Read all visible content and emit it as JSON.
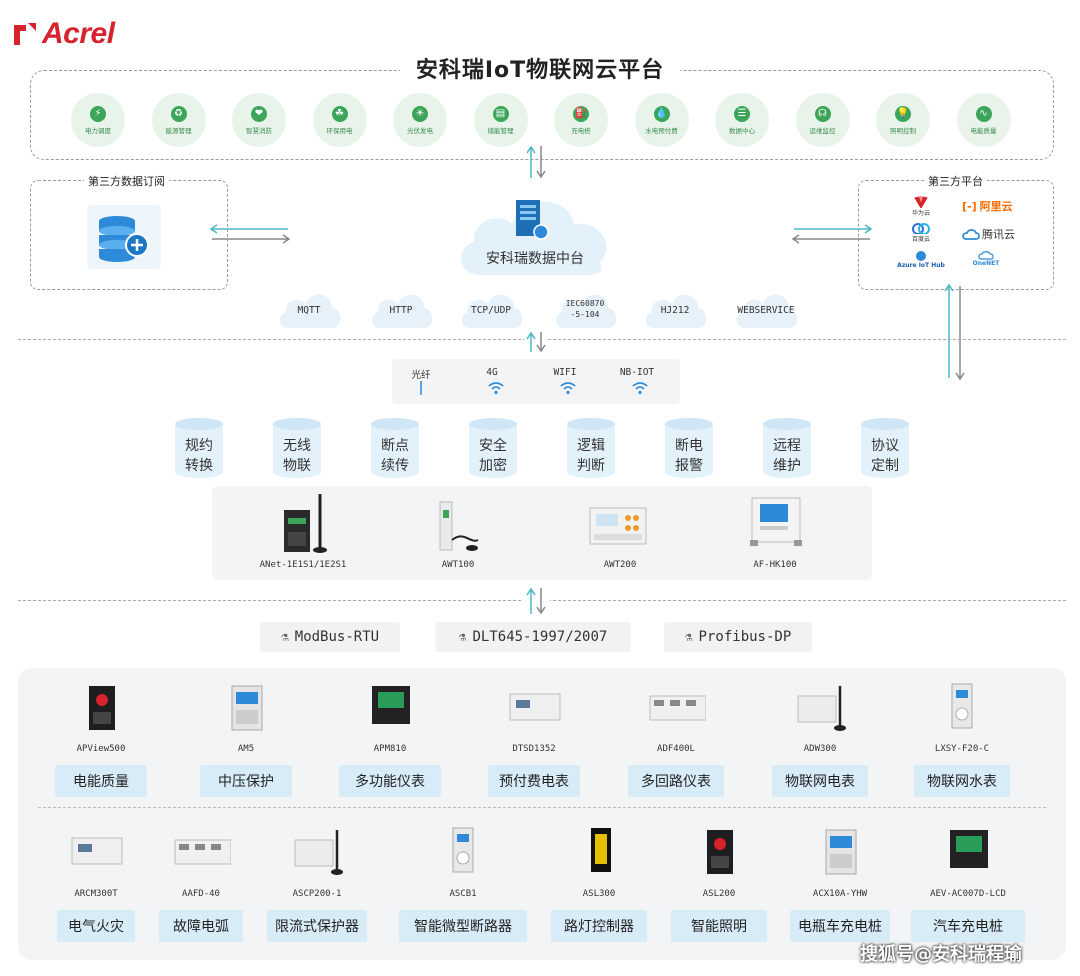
{
  "brand": {
    "logo_text": "Acrel"
  },
  "platform": {
    "title": "安科瑞IoT物联网云平台",
    "modules": [
      "电力调度",
      "能源管理",
      "智慧消防",
      "环保用电",
      "光伏发电",
      "储能管理",
      "充电桩",
      "水电预付费",
      "数据中心",
      "运维监控",
      "照明控制",
      "电能质量"
    ]
  },
  "data_subscription": {
    "title": "第三方数据订阅"
  },
  "data_center": {
    "label": "安科瑞数据中台"
  },
  "third_party": {
    "title": "第三方平台",
    "providers": [
      "华为云",
      "阿里云",
      "百度云",
      "腾讯云",
      "Azure IoT Hub",
      "OneNET"
    ]
  },
  "protocols": [
    "MQTT",
    "HTTP",
    "TCP/UDP",
    "IEC60870-5-104",
    "HJ212",
    "WEBSERVICE"
  ],
  "networks": [
    "光纤",
    "4G",
    "WIFI",
    "NB-IOT"
  ],
  "functions": [
    [
      "规约",
      "转换"
    ],
    [
      "无线",
      "物联"
    ],
    [
      "断点",
      "续传"
    ],
    [
      "安全",
      "加密"
    ],
    [
      "逻辑",
      "判断"
    ],
    [
      "断电",
      "报警"
    ],
    [
      "远程",
      "维护"
    ],
    [
      "协议",
      "定制"
    ]
  ],
  "gateways": [
    "ANet-1E1S1/1E2S1",
    "AWT100",
    "AWT200",
    "AF-HK100"
  ],
  "buses": [
    "ModBus-RTU",
    "DLT645-1997/2007",
    "Profibus-DP"
  ],
  "devices_row1": [
    {
      "model": "APView500",
      "tag": "电能质量"
    },
    {
      "model": "AM5",
      "tag": "中压保护"
    },
    {
      "model": "APM810",
      "tag": "多功能仪表"
    },
    {
      "model": "DTSD1352",
      "tag": "预付费电表"
    },
    {
      "model": "ADF400L",
      "tag": "多回路仪表"
    },
    {
      "model": "ADW300",
      "tag": "物联网电表"
    },
    {
      "model": "LXSY-F20-C",
      "tag": "物联网水表"
    }
  ],
  "devices_row2": [
    {
      "model": "ARCM300T",
      "tag": "电气火灾"
    },
    {
      "model": "AAFD-40",
      "tag": "故障电弧"
    },
    {
      "model": "ASCP200-1",
      "tag": "限流式保护器"
    },
    {
      "model": "ASCB1",
      "tag": "智能微型断路器"
    },
    {
      "model": "ASL300",
      "tag": "路灯控制器"
    },
    {
      "model": "ASL200",
      "tag": "智能照明"
    },
    {
      "model": "ACX10A-YHW",
      "tag": "电瓶车充电桩"
    },
    {
      "model": "AEV-AC007D-LCD",
      "tag": "汽车充电桩"
    }
  ],
  "watermark": "搜狐号@安科瑞程瑜",
  "colors": {
    "brand_red": "#d7232b",
    "module_green": "#3ca55a",
    "arrow_blue": "#4bb8c8",
    "tag_blue": "#d8ecf8"
  }
}
